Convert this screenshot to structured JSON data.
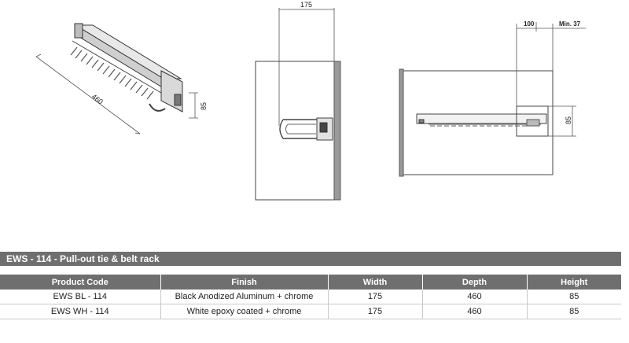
{
  "drawing": {
    "iso_length": "460",
    "iso_height": "85",
    "front_width": "175",
    "side_offset": "100",
    "side_min": "Min. 37",
    "side_height": "85"
  },
  "product": {
    "title": "EWS - 114 - Pull-out tie & belt rack",
    "headers": [
      "Product Code",
      "Finish",
      "Width",
      "Depth",
      "Height"
    ],
    "rows": [
      [
        "EWS BL - 114",
        "Black Anodized Aluminum + chrome",
        "175",
        "460",
        "85"
      ],
      [
        "EWS WH - 114",
        "White epoxy coated + chrome",
        "175",
        "460",
        "85"
      ]
    ]
  }
}
